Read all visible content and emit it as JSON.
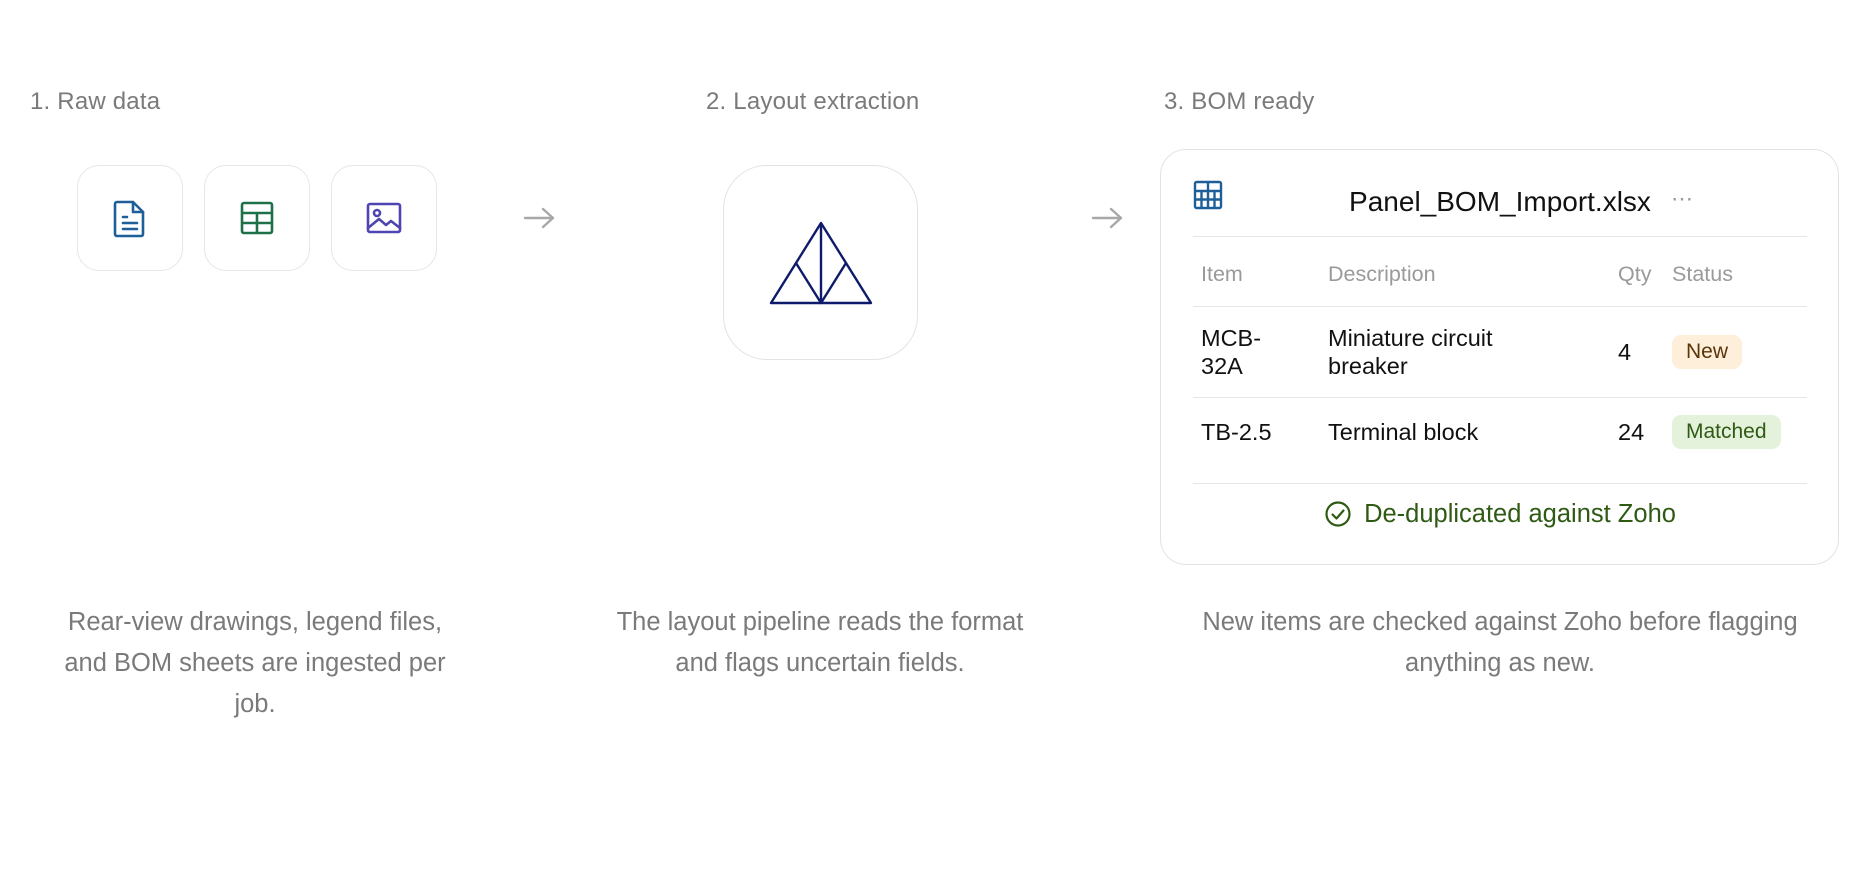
{
  "steps": [
    {
      "title": "1. Raw data",
      "description": "Rear-view drawings, legend files, and BOM sheets are ingested per job."
    },
    {
      "title": "2. Layout extraction",
      "description": "The layout pipeline reads the format and flags uncertain fields."
    },
    {
      "title": "3. BOM ready",
      "description": "New items are checked against Zoho before flagging anything as new."
    }
  ],
  "sources": [
    {
      "icon": "document-icon",
      "color": "#1f5f99"
    },
    {
      "icon": "spreadsheet-icon",
      "color": "#1d7048"
    },
    {
      "icon": "image-icon",
      "color": "#4f45b0"
    }
  ],
  "arrows": {
    "icon": "arrow-right-icon",
    "color": "#a8a8a8"
  },
  "logo": {
    "icon": "triangle-logo-icon",
    "color": "#0e1b6b"
  },
  "bom_card": {
    "icon": "table-icon",
    "file_name": "Panel_BOM_Import.xlsx",
    "more_icon": "more-dots-icon",
    "columns": [
      "Item",
      "Description",
      "Qty",
      "Status"
    ],
    "rows": [
      {
        "item": "MCB-32A",
        "description": "Miniature circuit breaker",
        "qty": "4",
        "status": "New"
      },
      {
        "item": "TB-2.5",
        "description": "Terminal block",
        "qty": "24",
        "status": "Matched"
      }
    ],
    "footer": "De-duplicated against Zoho"
  },
  "colors": {
    "badge_new_bg": "#fdefd9",
    "badge_new_text": "#5a3508",
    "badge_matched_bg": "#e4f2dc",
    "badge_matched_text": "#2f5a14",
    "muted_text": "#7a7a7a"
  }
}
